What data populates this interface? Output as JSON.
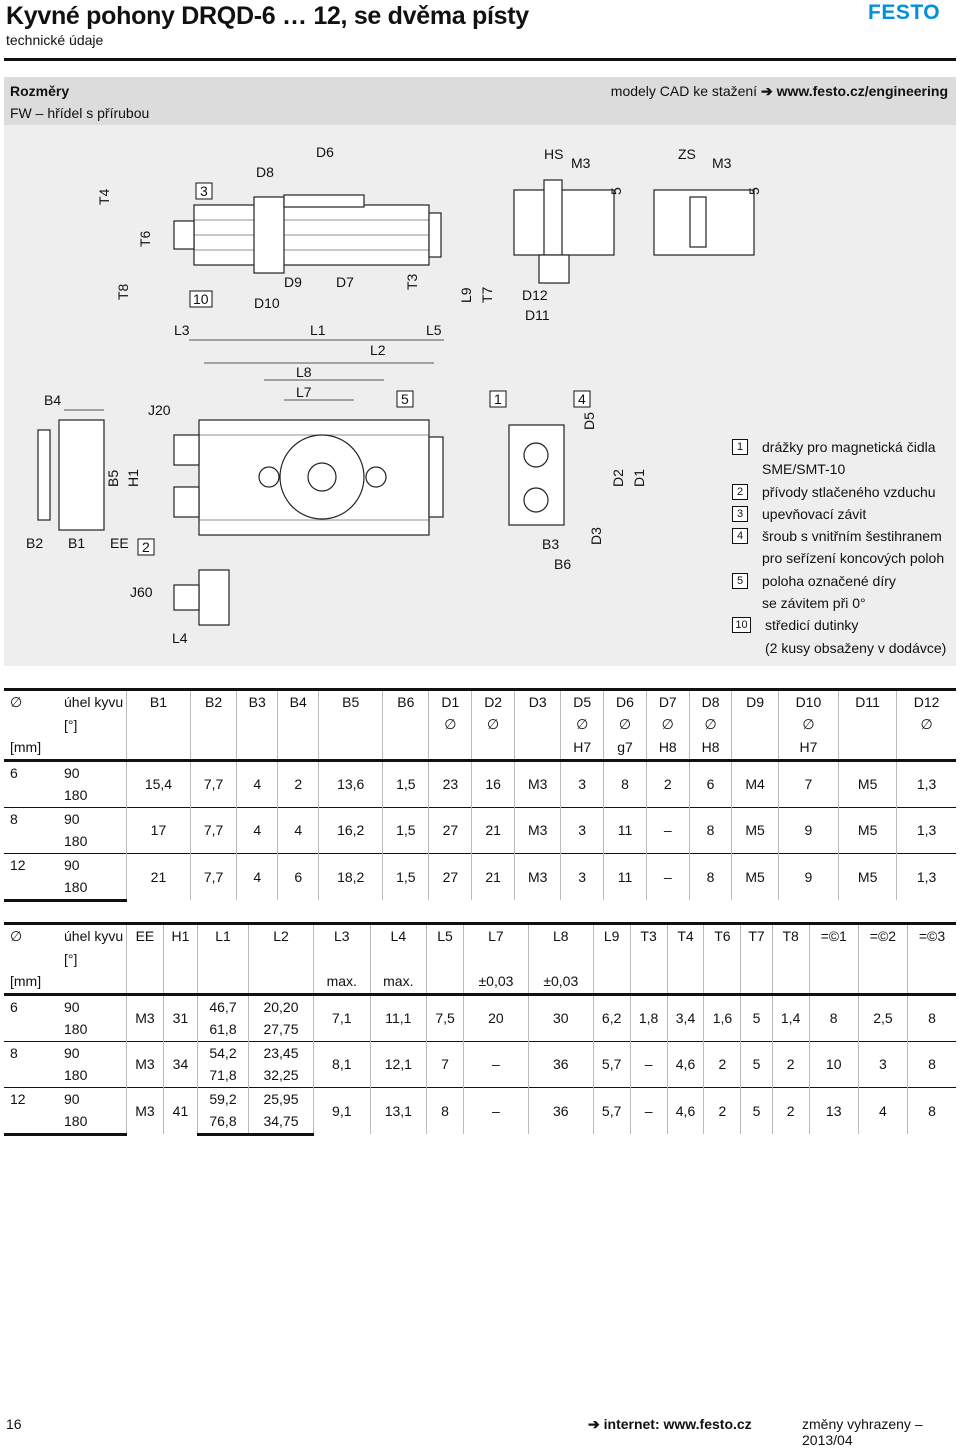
{
  "header": {
    "title": "Kyvné pohony DRQD-6 … 12, se dvěma písty",
    "subtitle": "technické údaje",
    "logo_text": "FESTO"
  },
  "band": {
    "section": "Rozměry",
    "variant": "FW – hřídel s přírubou",
    "cad_prefix": "modely CAD ke stažení",
    "cad_link": "www.festo.cz/engineering"
  },
  "drawing_labels": {
    "top": [
      "D6",
      "D8",
      "3",
      "T4",
      "T6",
      "T8",
      "10",
      "D10",
      "D9",
      "D7",
      "T3",
      "L9",
      "T7",
      "D12",
      "D11",
      "HS",
      "M3",
      "5",
      "ZS",
      "M3",
      "5"
    ],
    "mid": [
      "L3",
      "L1",
      "L5",
      "L2",
      "L8",
      "L7",
      "5",
      "1",
      "4",
      "D5",
      "B4",
      "J20",
      "B5",
      "H1",
      "B2",
      "B1",
      "EE",
      "2",
      "J60",
      "L4",
      "B3",
      "B6",
      "D3",
      "D2",
      "D1"
    ]
  },
  "legend": [
    {
      "n": "1",
      "text": "drážky pro magnetická čidla",
      "text2": "SME/SMT-10"
    },
    {
      "n": "2",
      "text": "přívody stlačeného vzduchu",
      "text2": ""
    },
    {
      "n": "3",
      "text": "upevňovací závit",
      "text2": ""
    },
    {
      "n": "4",
      "text": "šroub s vnitřním šestihranem",
      "text2": "pro seřízení koncových poloh"
    },
    {
      "n": "5",
      "text": "poloha označené díry",
      "text2": "se závitem při 0°"
    },
    {
      "n": "10",
      "text": "středicí dutinky",
      "text2": "(2 kusy obsaženy v dodávce)"
    }
  ],
  "table1": {
    "head1": [
      "∅",
      "úhel kyvu",
      "B1",
      "B2",
      "B3",
      "B4",
      "B5",
      "B6",
      "D1",
      "D2",
      "D3",
      "D5",
      "D6",
      "D7",
      "D8",
      "D9",
      "D10",
      "D11",
      "D12"
    ],
    "head2": [
      "",
      "[°]",
      "",
      "",
      "",
      "",
      "",
      "",
      "∅",
      "∅",
      "",
      "∅",
      "∅",
      "∅",
      "∅",
      "",
      "∅",
      "",
      "∅"
    ],
    "head3": [
      "[mm]",
      "",
      "",
      "",
      "",
      "",
      "",
      "",
      "",
      "",
      "",
      "H7",
      "g7",
      "H8",
      "H8",
      "",
      "H7",
      "",
      ""
    ],
    "groups": [
      {
        "size": "6",
        "angles": [
          "90",
          "180"
        ],
        "values": [
          "15,4",
          "7,7",
          "4",
          "2",
          "13,6",
          "1,5",
          "23",
          "16",
          "M3",
          "3",
          "8",
          "2",
          "6",
          "M4",
          "7",
          "M5",
          "1,3"
        ]
      },
      {
        "size": "8",
        "angles": [
          "90",
          "180"
        ],
        "values": [
          "17",
          "7,7",
          "4",
          "4",
          "16,2",
          "1,5",
          "27",
          "21",
          "M3",
          "3",
          "11",
          "–",
          "8",
          "M5",
          "9",
          "M5",
          "1,3"
        ]
      },
      {
        "size": "12",
        "angles": [
          "90",
          "180"
        ],
        "values": [
          "21",
          "7,7",
          "4",
          "6",
          "18,2",
          "1,5",
          "27",
          "21",
          "M3",
          "3",
          "11",
          "–",
          "8",
          "M5",
          "9",
          "M5",
          "1,3"
        ]
      }
    ]
  },
  "table2": {
    "head1": [
      "∅",
      "úhel kyvu",
      "EE",
      "H1",
      "L1",
      "L2",
      "L3",
      "L4",
      "L5",
      "L7",
      "L8",
      "L9",
      "T3",
      "T4",
      "T6",
      "T7",
      "T8",
      "=©1",
      "=©2",
      "=©3"
    ],
    "head2": [
      "",
      "[°]",
      "",
      "",
      "",
      "",
      "",
      "",
      "",
      "",
      "",
      "",
      "",
      "",
      "",
      "",
      "",
      "",
      "",
      ""
    ],
    "head3": [
      "[mm]",
      "",
      "",
      "",
      "",
      "",
      "max.",
      "max.",
      "",
      "±0,03",
      "±0,03",
      "",
      "",
      "",
      "",
      "",
      "",
      "",
      "",
      ""
    ],
    "groups": [
      {
        "size": "6",
        "angles": [
          "90",
          "180"
        ],
        "ee": "M3",
        "h1": "31",
        "l1": [
          "46,7",
          "61,8"
        ],
        "l2": [
          "20,20",
          "27,75"
        ],
        "values": [
          "7,1",
          "11,1",
          "7,5",
          "20",
          "30",
          "6,2",
          "1,8",
          "3,4",
          "1,6",
          "5",
          "1,4",
          "8",
          "2,5",
          "8"
        ]
      },
      {
        "size": "8",
        "angles": [
          "90",
          "180"
        ],
        "ee": "M3",
        "h1": "34",
        "l1": [
          "54,2",
          "71,8"
        ],
        "l2": [
          "23,45",
          "32,25"
        ],
        "values": [
          "8,1",
          "12,1",
          "7",
          "–",
          "36",
          "5,7",
          "–",
          "4,6",
          "2",
          "5",
          "2",
          "10",
          "3",
          "8"
        ]
      },
      {
        "size": "12",
        "angles": [
          "90",
          "180"
        ],
        "ee": "M3",
        "h1": "41",
        "l1": [
          "59,2",
          "76,8"
        ],
        "l2": [
          "25,95",
          "34,75"
        ],
        "values": [
          "9,1",
          "13,1",
          "8",
          "–",
          "36",
          "5,7",
          "–",
          "4,6",
          "2",
          "5",
          "2",
          "13",
          "4",
          "8"
        ]
      }
    ]
  },
  "footer": {
    "page": "16",
    "internet": "internet: www.festo.cz",
    "changes": "změny vyhrazeny – 2013/04"
  }
}
